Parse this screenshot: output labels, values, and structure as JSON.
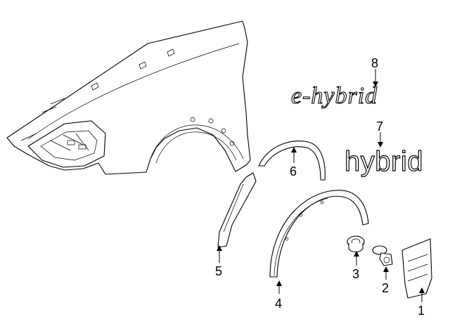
{
  "callouts": [
    {
      "id": "1",
      "label": "1"
    },
    {
      "id": "2",
      "label": "2"
    },
    {
      "id": "3",
      "label": "3"
    },
    {
      "id": "4",
      "label": "4"
    },
    {
      "id": "5",
      "label": "5"
    },
    {
      "id": "6",
      "label": "6"
    },
    {
      "id": "7",
      "label": "7"
    },
    {
      "id": "8",
      "label": "8"
    }
  ],
  "badges": {
    "hybrid": "hybrid",
    "e_hybrid": "e-hybrid"
  }
}
